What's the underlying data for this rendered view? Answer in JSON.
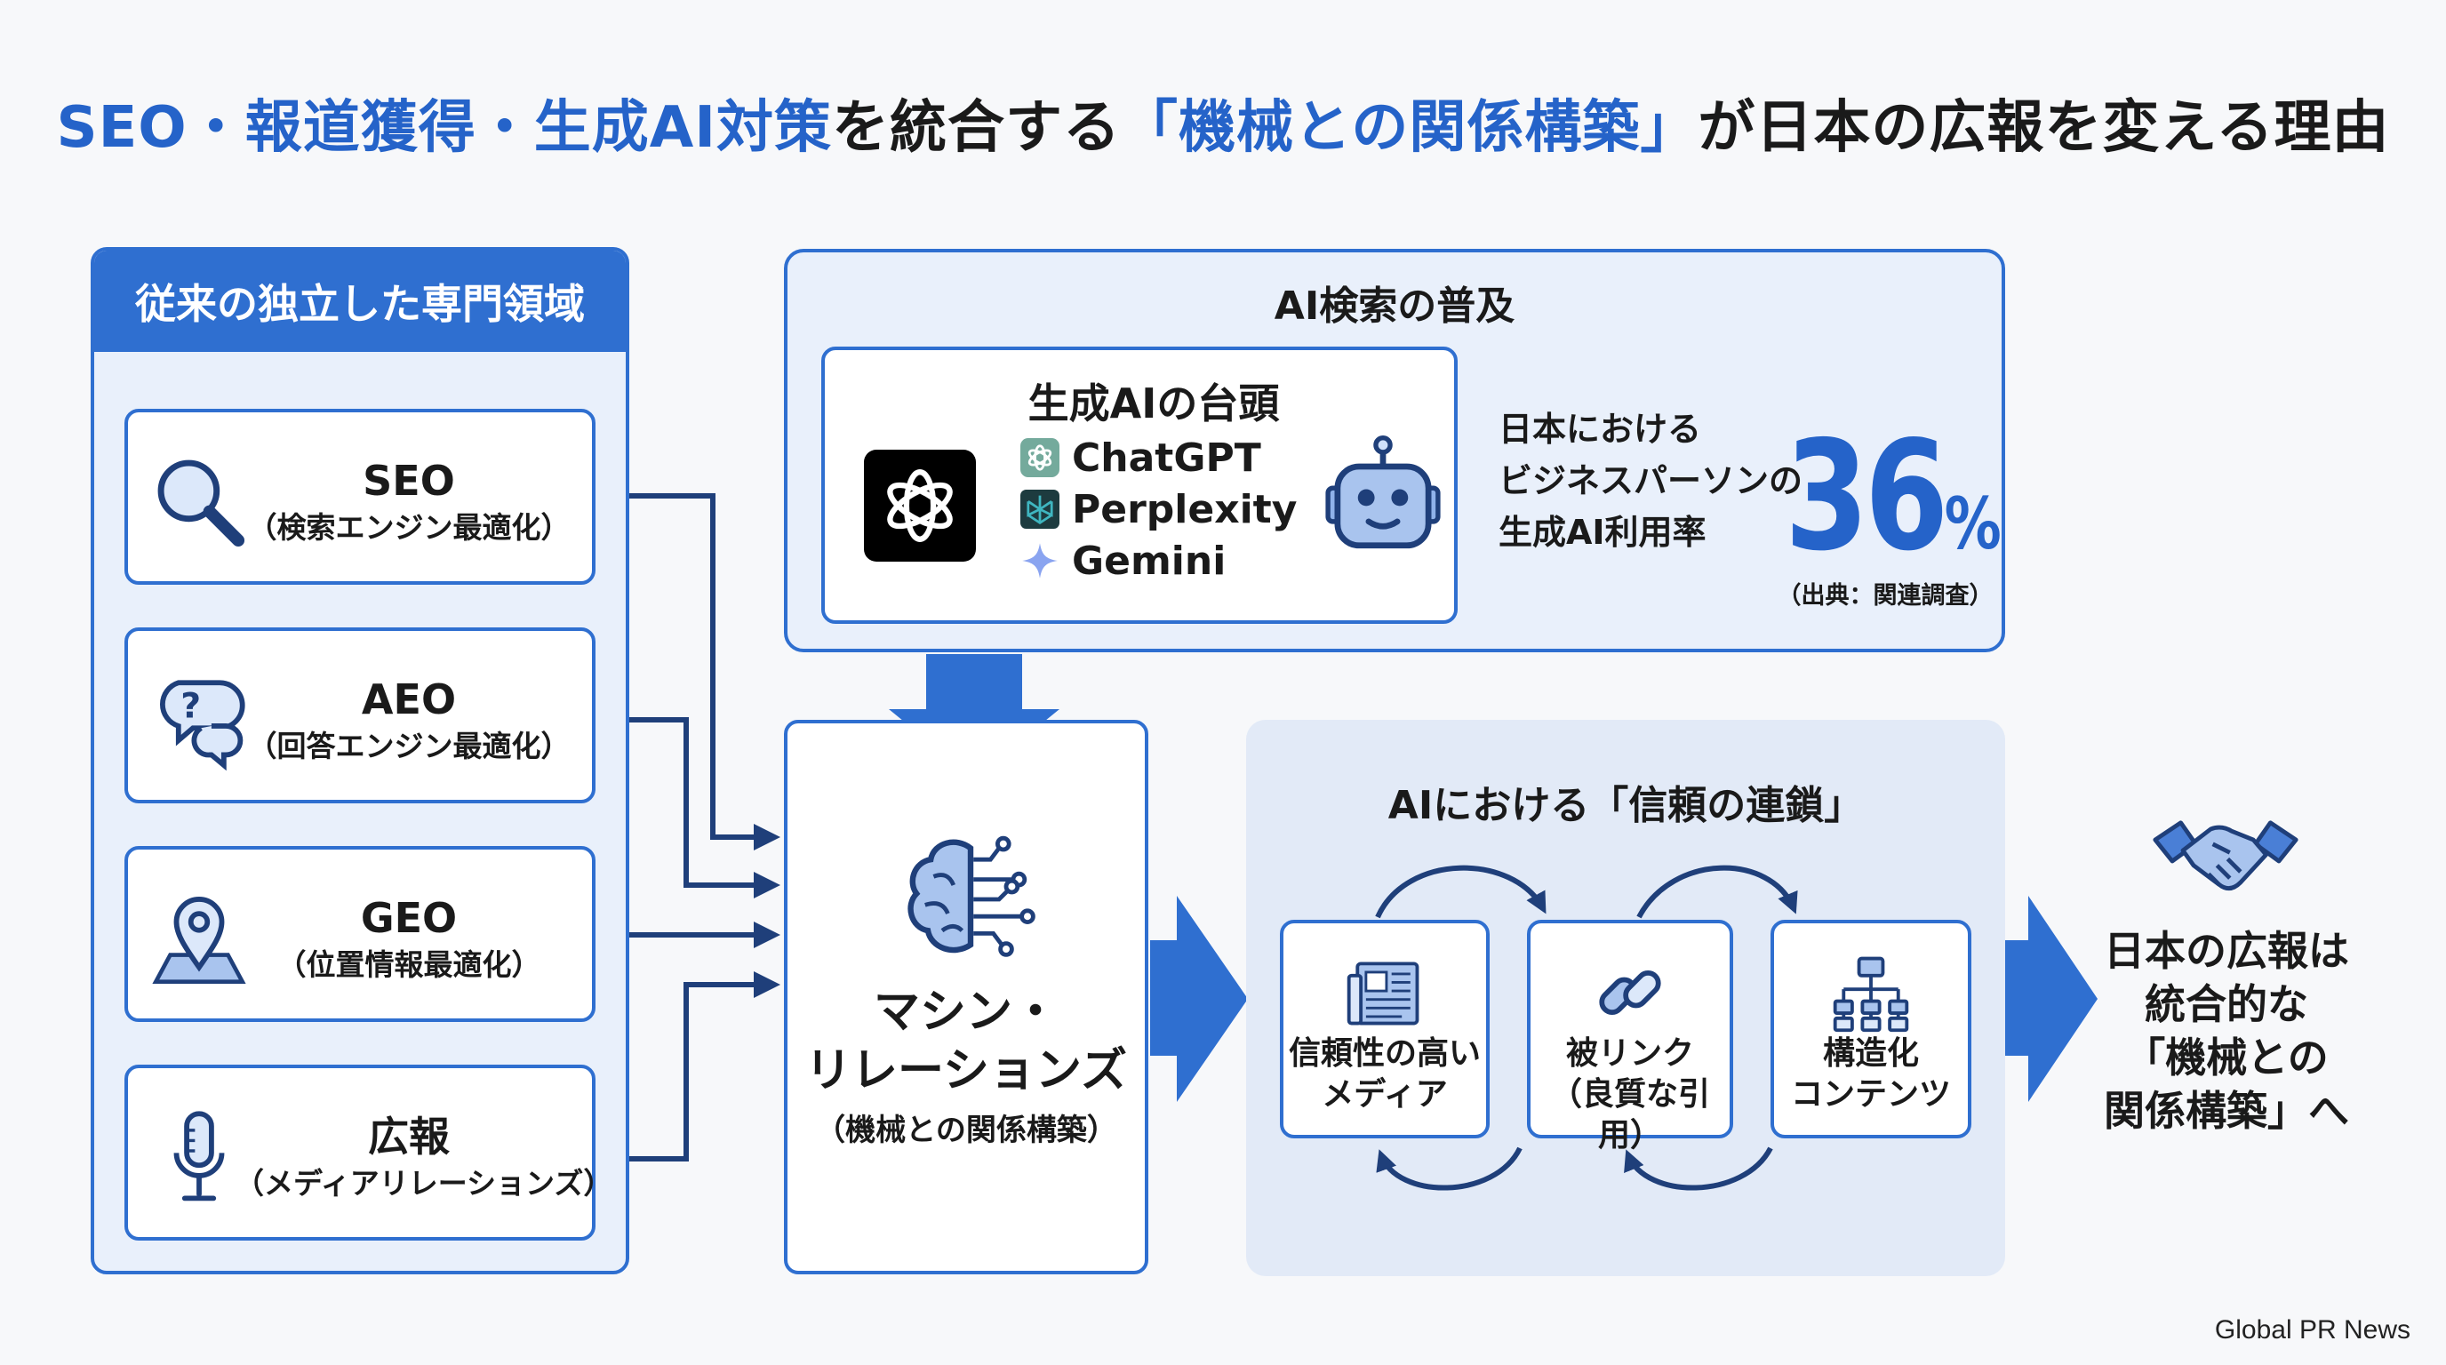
{
  "title": {
    "part1": "SEO・報道獲得・生成AI対策",
    "part2": "を統合する",
    "part3": "「機械との関係構築」",
    "part4": "が日本の広報を変える理由"
  },
  "left_panel": {
    "header": "従来の独立した専門領域",
    "items": [
      {
        "title": "SEO",
        "subtitle": "（検索エンジン最適化）",
        "icon": "search-icon"
      },
      {
        "title": "AEO",
        "subtitle": "（回答エンジン最適化）",
        "icon": "chat-question-icon"
      },
      {
        "title": "GEO",
        "subtitle": "（位置情報最適化）",
        "icon": "map-pin-icon"
      },
      {
        "title": "広報",
        "subtitle": "（メディアリレーションズ）",
        "icon": "microphone-icon"
      }
    ]
  },
  "ai_search": {
    "title": "AI検索の普及",
    "gen_title": "生成AIの台頭",
    "services": [
      {
        "name": "ChatGPT",
        "icon": "chatgpt-icon"
      },
      {
        "name": "Perplexity",
        "icon": "perplexity-icon"
      },
      {
        "name": "Gemini",
        "icon": "gemini-icon"
      }
    ],
    "stat_lines": [
      "日本における",
      "ビジネスパーソンの",
      "生成AI利用率"
    ],
    "stat_value": "36",
    "stat_unit": "%",
    "stat_source": "（出典：関連調査）"
  },
  "machine_relations": {
    "title": "マシン・\nリレーションズ",
    "subtitle": "（機械との関係構築）",
    "icon": "brain-circuit-icon"
  },
  "trust_chain": {
    "title": "AIにおける「信頼の連鎖」",
    "items": [
      {
        "label": "信頼性の高い\nメディア",
        "icon": "newspaper-icon"
      },
      {
        "label": "被リンク\n（良質な引用）",
        "icon": "link-icon"
      },
      {
        "label": "構造化\nコンテンツ",
        "icon": "hierarchy-icon"
      }
    ]
  },
  "result": {
    "text": "日本の広報は\n統合的な\n「機械との\n関係構築」へ",
    "icon": "handshake-icon"
  },
  "footer": "Global PR News",
  "colors": {
    "accent": "#2f6fd0",
    "title_blue": "#2563c9",
    "connector": "#1f3f7a",
    "panel_bg": "#e9f0fb"
  }
}
